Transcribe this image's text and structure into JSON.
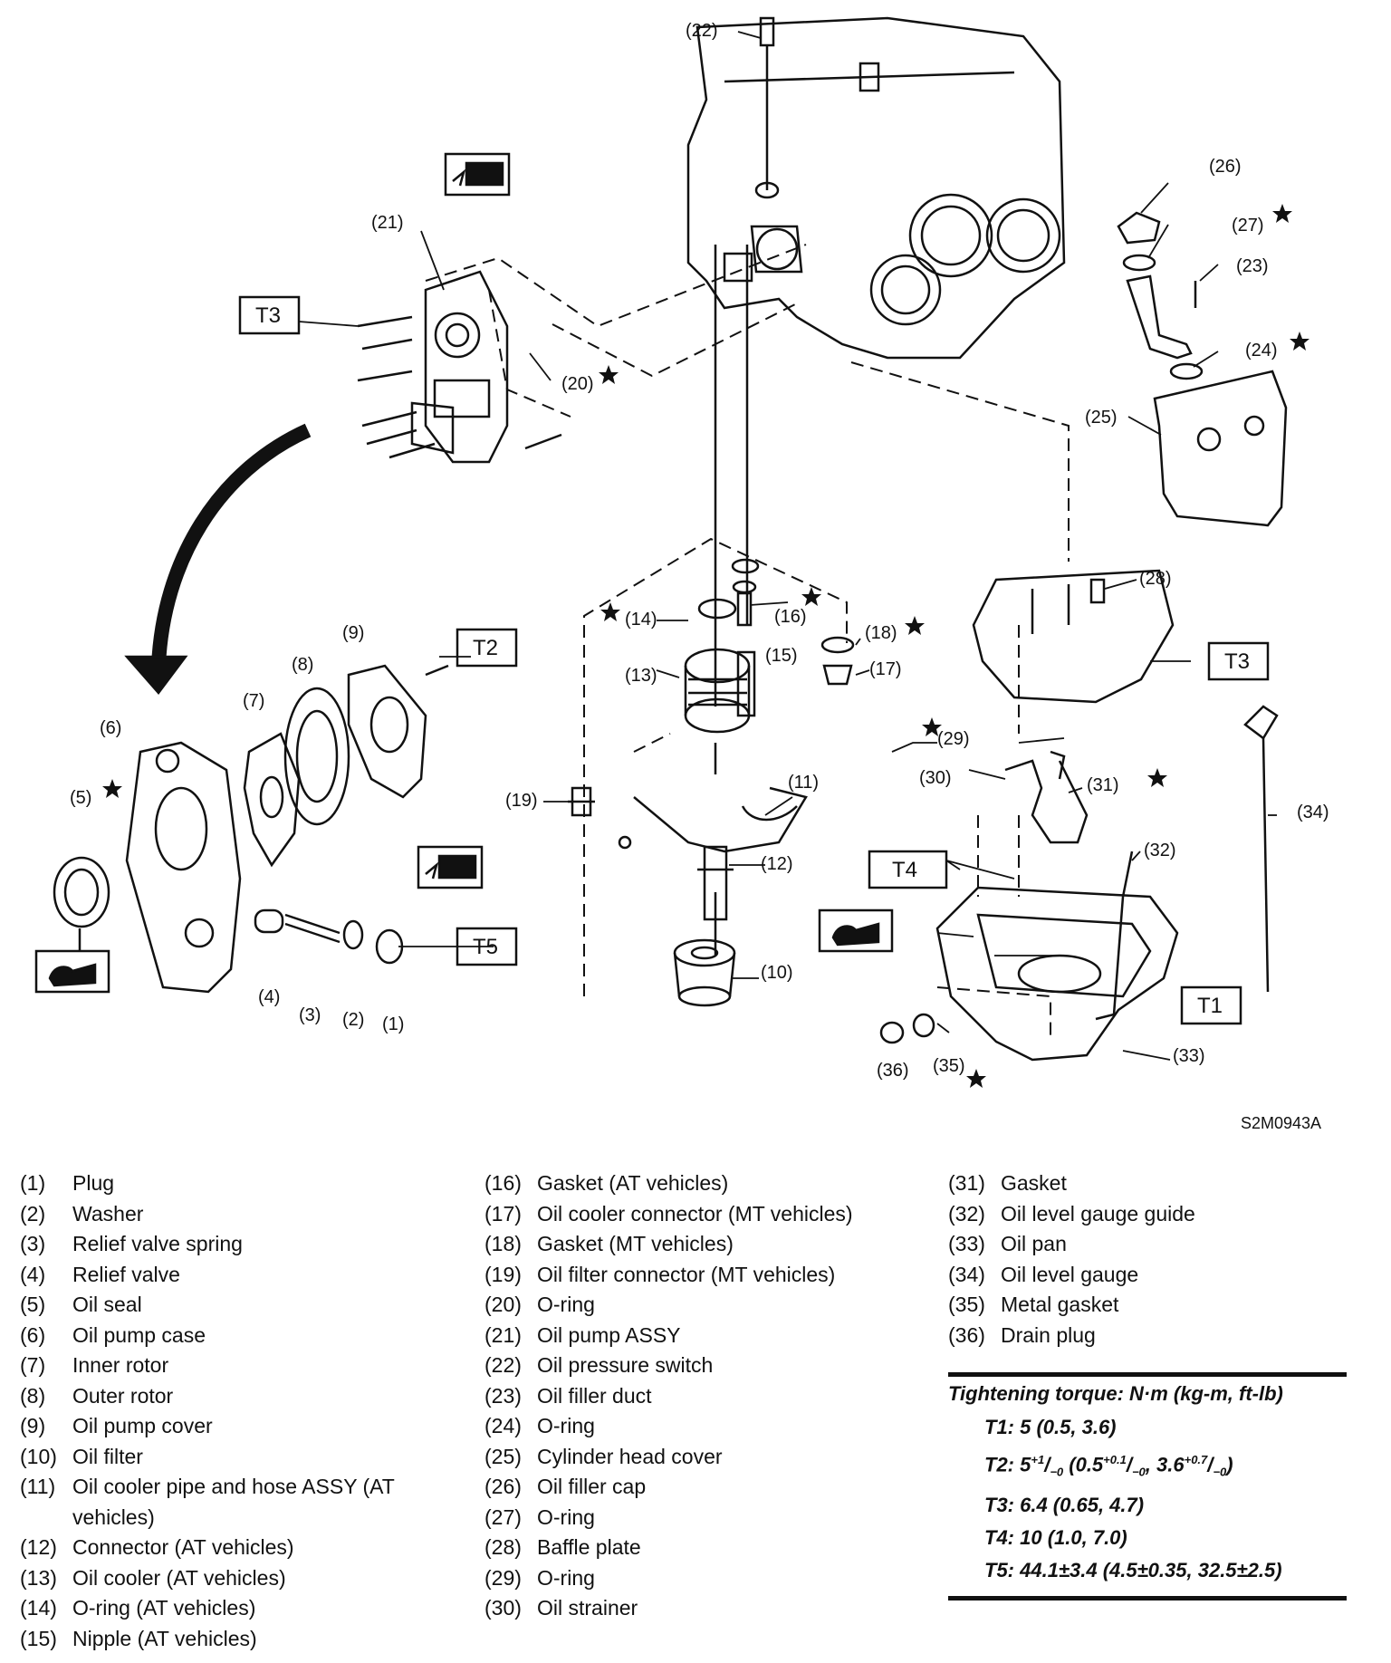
{
  "callouts": [
    "(1)",
    "(2)",
    "(3)",
    "(4)",
    "(5)",
    "(6)",
    "(7)",
    "(8)",
    "(9)",
    "(10)",
    "(11)",
    "(12)",
    "(13)",
    "(14)",
    "(15)",
    "(16)",
    "(17)",
    "(18)",
    "(19)",
    "(20)",
    "(21)",
    "(22)",
    "(23)",
    "(24)",
    "(25)",
    "(26)",
    "(27)",
    "(28)",
    "(29)",
    "(30)",
    "(31)",
    "(32)",
    "(33)",
    "(34)",
    "(35)",
    "(36)"
  ],
  "torque_tags": [
    "T1",
    "T2",
    "T3",
    "T4",
    "T5"
  ],
  "figure_code": "S2M0943A",
  "legend": [
    {
      "num": "(1)",
      "name": "Plug"
    },
    {
      "num": "(2)",
      "name": "Washer"
    },
    {
      "num": "(3)",
      "name": "Relief valve spring"
    },
    {
      "num": "(4)",
      "name": "Relief valve"
    },
    {
      "num": "(5)",
      "name": "Oil seal"
    },
    {
      "num": "(6)",
      "name": "Oil pump case"
    },
    {
      "num": "(7)",
      "name": "Inner rotor"
    },
    {
      "num": "(8)",
      "name": "Outer rotor"
    },
    {
      "num": "(9)",
      "name": "Oil pump cover"
    },
    {
      "num": "(10)",
      "name": "Oil filter"
    },
    {
      "num": "(11)",
      "name": "Oil cooler pipe and hose ASSY (AT vehicles)"
    },
    {
      "num": "(12)",
      "name": "Connector (AT vehicles)"
    },
    {
      "num": "(13)",
      "name": "Oil cooler (AT vehicles)"
    },
    {
      "num": "(14)",
      "name": "O-ring (AT vehicles)"
    },
    {
      "num": "(15)",
      "name": "Nipple (AT vehicles)"
    },
    {
      "num": "(16)",
      "name": "Gasket (AT vehicles)"
    },
    {
      "num": "(17)",
      "name": "Oil cooler connector (MT vehicles)"
    },
    {
      "num": "(18)",
      "name": "Gasket (MT vehicles)"
    },
    {
      "num": "(19)",
      "name": "Oil filter connector (MT vehicles)"
    },
    {
      "num": "(20)",
      "name": "O-ring"
    },
    {
      "num": "(21)",
      "name": "Oil pump ASSY"
    },
    {
      "num": "(22)",
      "name": "Oil pressure switch"
    },
    {
      "num": "(23)",
      "name": "Oil filler duct"
    },
    {
      "num": "(24)",
      "name": "O-ring"
    },
    {
      "num": "(25)",
      "name": "Cylinder head cover"
    },
    {
      "num": "(26)",
      "name": "Oil filler cap"
    },
    {
      "num": "(27)",
      "name": "O-ring"
    },
    {
      "num": "(28)",
      "name": "Baffle plate"
    },
    {
      "num": "(29)",
      "name": "O-ring"
    },
    {
      "num": "(30)",
      "name": "Oil strainer"
    },
    {
      "num": "(31)",
      "name": "Gasket"
    },
    {
      "num": "(32)",
      "name": "Oil level gauge guide"
    },
    {
      "num": "(33)",
      "name": "Oil pan"
    },
    {
      "num": "(34)",
      "name": "Oil level gauge"
    },
    {
      "num": "(35)",
      "name": "Metal gasket"
    },
    {
      "num": "(36)",
      "name": "Drain plug"
    }
  ],
  "torque": {
    "title": "Tightening torque: N·m (kg-m, ft-lb)",
    "t1": "T1: 5 (0.5, 3.6)",
    "t2": {
      "label": "T2: 5",
      "s1": "+1",
      "b1": "/",
      "u1": "−0",
      "m1": " (0.5",
      "s2": "+0.1",
      "b2": "/",
      "u2": "−0",
      "m2": ", 3.6",
      "s3": "+0.7",
      "b3": "/",
      "u3": "−0",
      "end": ")"
    },
    "t3": "T3: 6.4 (0.65, 4.7)",
    "t4": "T4: 10 (1.0, 7.0)",
    "t5": "T5: 44.1±3.4 (4.5±0.35, 32.5±2.5)"
  }
}
